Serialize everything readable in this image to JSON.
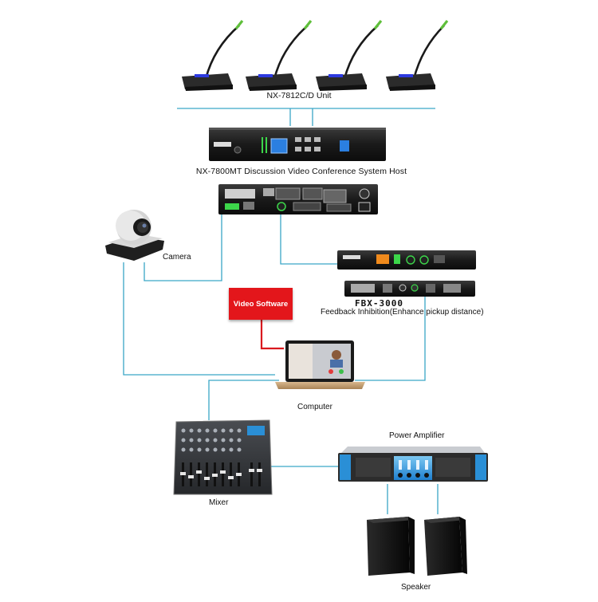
{
  "labels": {
    "unit": "NX-7812C/D Unit",
    "host": "NX-7800MT Discussion Video Conference System Host",
    "camera": "Camera",
    "software": "Video Software",
    "fbx_model": "FBX-3000",
    "fbx_caption": "Feedback Inhibition(Enhance pickup distance)",
    "computer": "Computer",
    "amplifier": "Power Amplifier",
    "mixer": "Mixer",
    "speaker": "Speaker"
  },
  "colors": {
    "connector": "#3aa6c6",
    "software_link": "#d9191e",
    "software_box": "#e3161b",
    "amp_accent": "#2a8fd6",
    "led_green": "#3cd64a"
  },
  "icons": {
    "microphone": "gooseneck-microphone-icon",
    "host": "rack-unit-icon",
    "camera": "ptz-camera-icon",
    "computer": "laptop-icon",
    "mixer": "audio-mixer-icon",
    "amplifier": "power-amplifier-icon",
    "speaker": "loudspeaker-icon"
  }
}
